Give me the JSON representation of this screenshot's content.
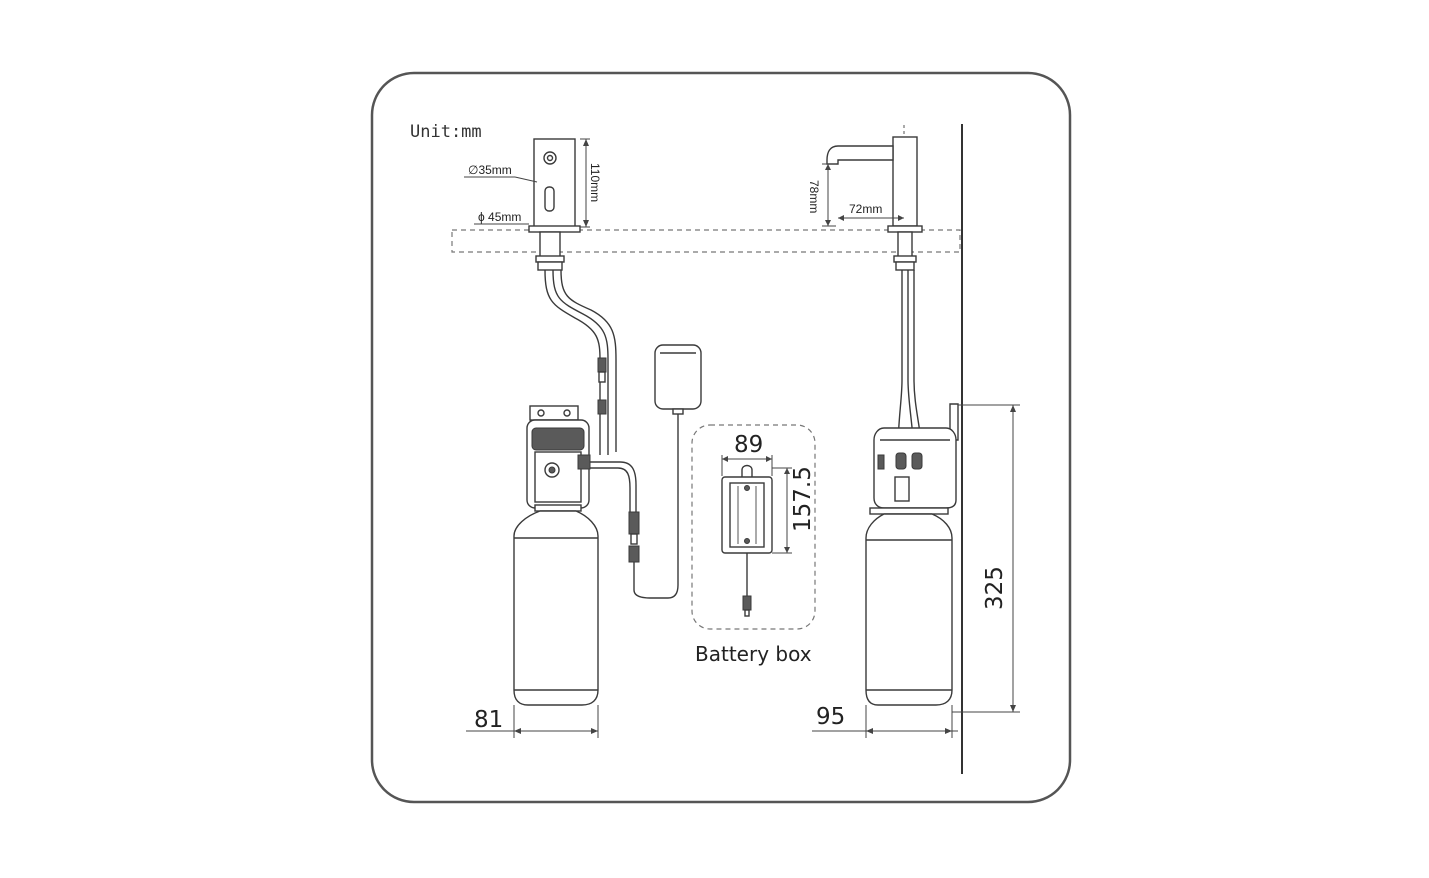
{
  "diagram": {
    "unit": "Unit:mm",
    "left_view": {
      "inner_diameter": "∅35mm",
      "outer_diameter": "ϕ 45mm",
      "faucet_height": "110mm",
      "bottle_width": "81"
    },
    "battery_box": {
      "width": "89",
      "height": "157.5",
      "caption": "Battery box"
    },
    "right_view": {
      "spout_height": "78mm",
      "spout_reach": "72mm",
      "bottle_width": "95",
      "total_height": "325"
    }
  }
}
